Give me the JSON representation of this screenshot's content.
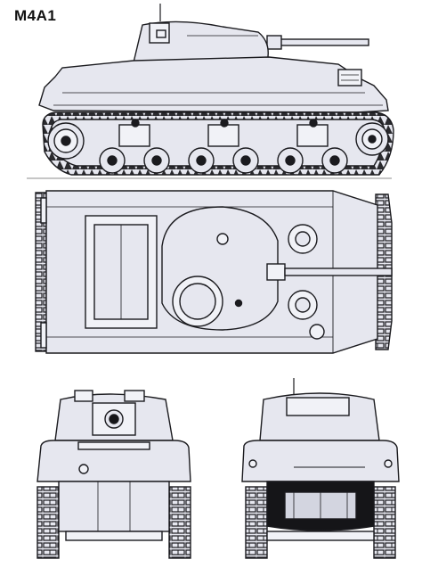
{
  "title": "M4A1",
  "colors": {
    "hull": "#e6e7ef",
    "hull_light": "#f1f2f7",
    "hull_shade": "#d3d5e0",
    "outline": "#1b1b1f",
    "track": "#2a2a2e",
    "dark": "#151518"
  },
  "views": [
    {
      "id": "side-view"
    },
    {
      "id": "top-view"
    },
    {
      "id": "front-view"
    },
    {
      "id": "rear-view"
    }
  ]
}
